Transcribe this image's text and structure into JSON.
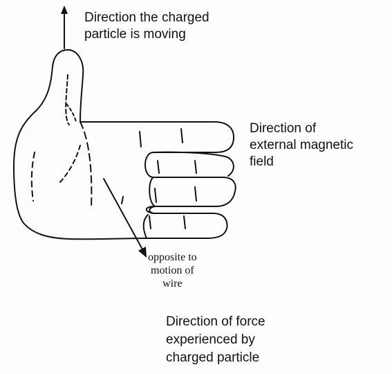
{
  "labels": {
    "thumb_direction": [
      "Direction the charged",
      "particle is moving"
    ],
    "finger_direction": [
      "Direction of",
      "external magnetic",
      "field"
    ],
    "palm_note": [
      "opposite to",
      "motion of",
      "wire"
    ],
    "palm_direction": [
      "Direction of force",
      "experienced by",
      "charged particle"
    ]
  },
  "colors": {
    "ink": "#111111",
    "background": "#fdfdfd"
  }
}
